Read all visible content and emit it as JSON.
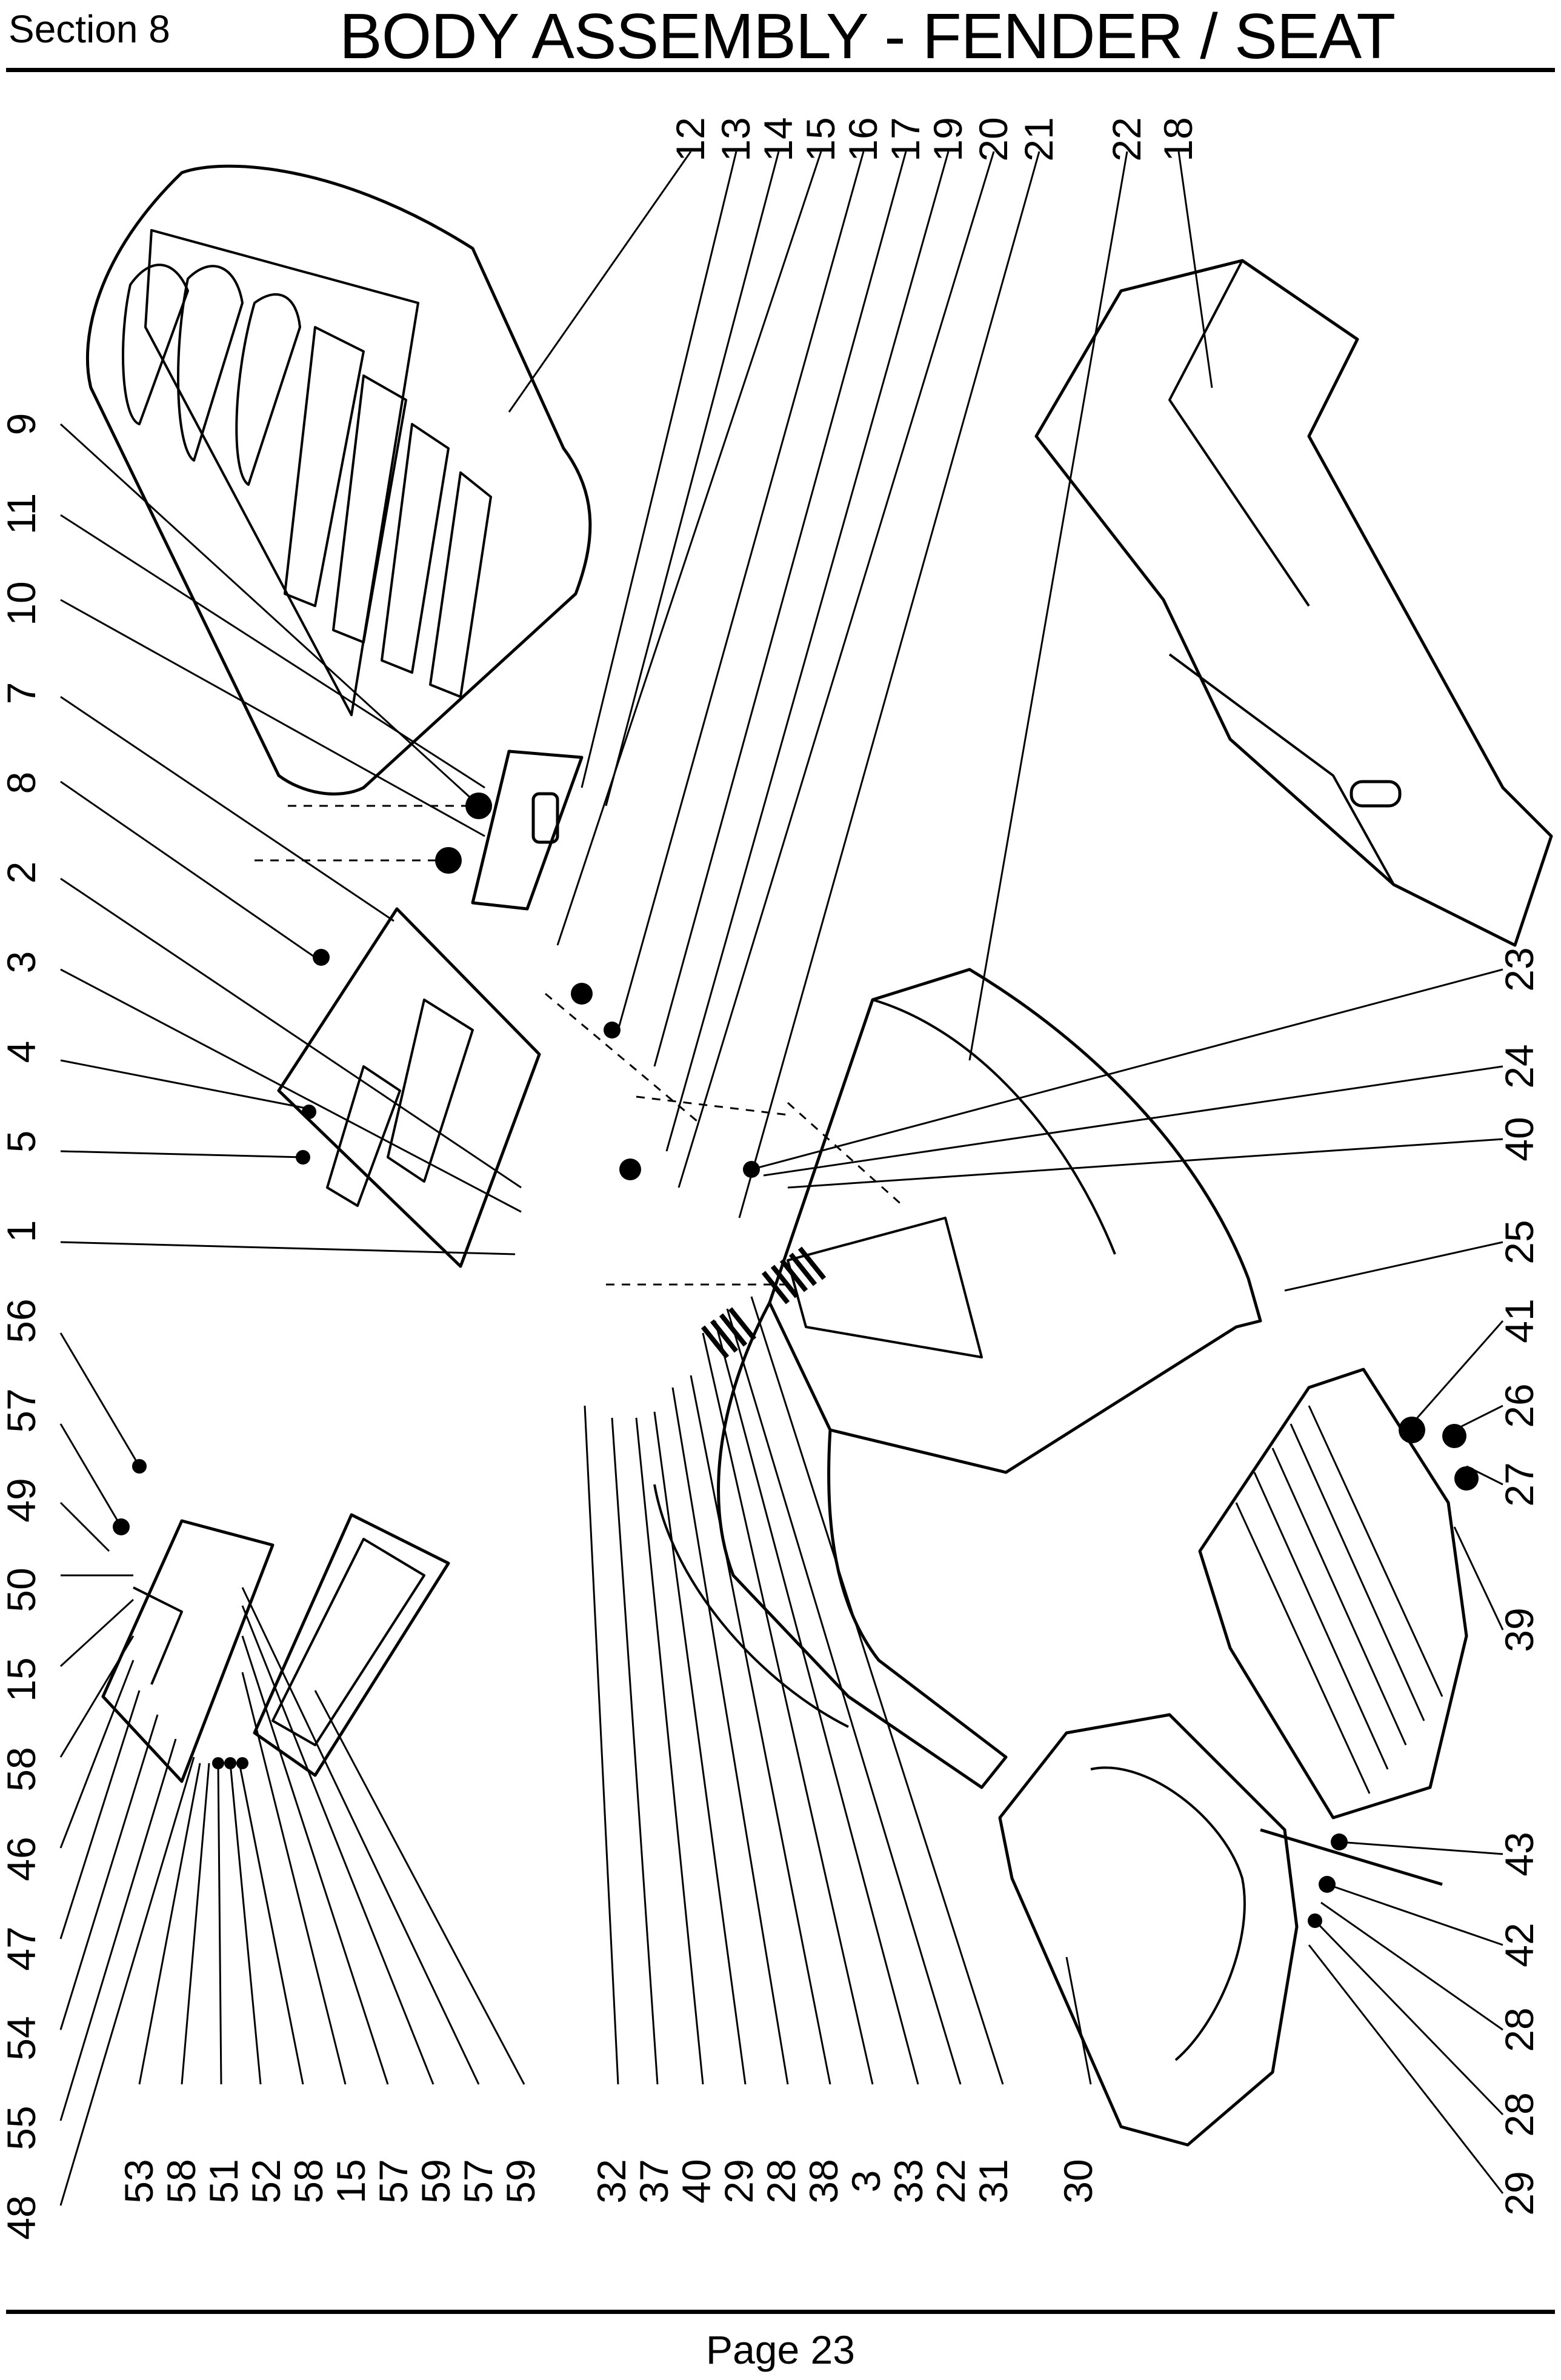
{
  "header": {
    "section": "Section 8",
    "title": "BODY ASSEMBLY - FENDER / SEAT"
  },
  "footer": {
    "page": "Page 23"
  },
  "diagram": {
    "callouts": {
      "top": [
        "12",
        "13",
        "14",
        "15",
        "16",
        "17",
        "19",
        "20",
        "21",
        "22",
        "18"
      ],
      "left": [
        "9",
        "11",
        "10",
        "7",
        "8",
        "2",
        "3",
        "4",
        "5",
        "1",
        "56",
        "57",
        "49",
        "50",
        "15",
        "58",
        "46",
        "47",
        "54",
        "55",
        "48"
      ],
      "bottom": [
        "53",
        "58",
        "51",
        "52",
        "58",
        "15",
        "57",
        "59",
        "57",
        "59",
        "32",
        "37",
        "40",
        "29",
        "28",
        "38",
        "3",
        "33",
        "22",
        "31",
        "30"
      ],
      "right": [
        "23",
        "24",
        "40",
        "25",
        "41",
        "26",
        "27",
        "39",
        "43",
        "42",
        "28",
        "28",
        "29"
      ]
    }
  }
}
